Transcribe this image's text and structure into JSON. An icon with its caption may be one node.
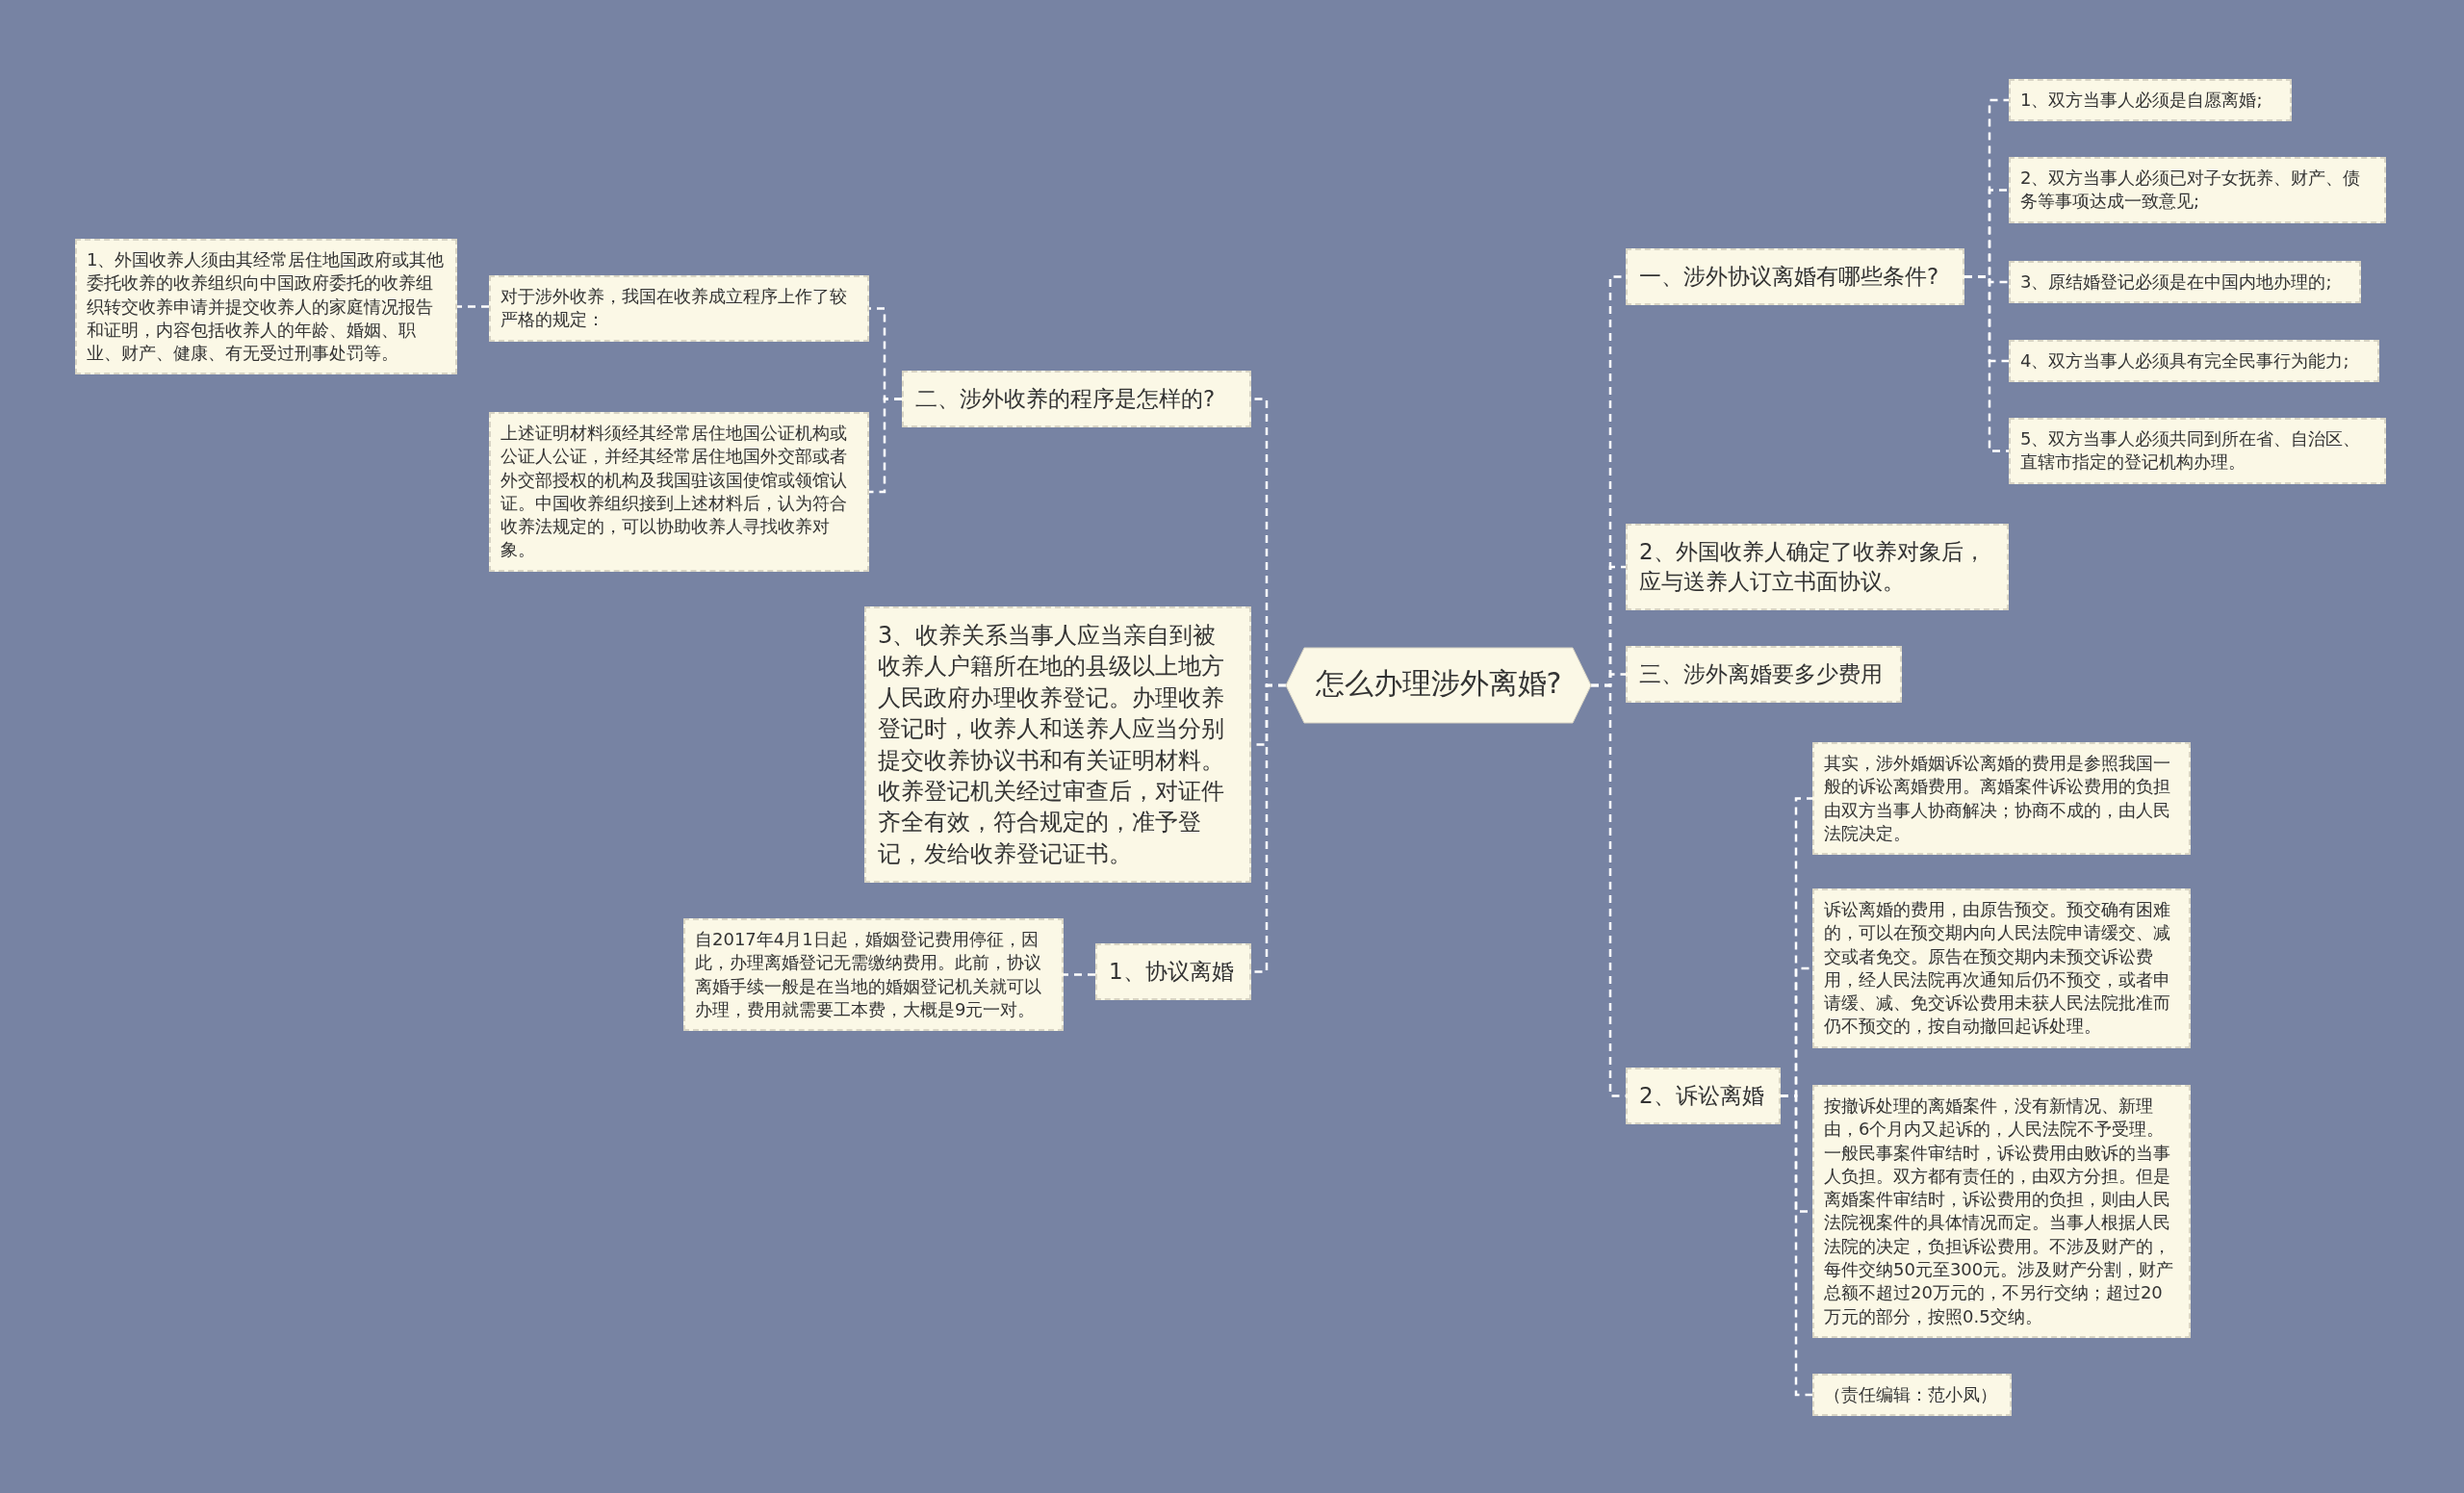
{
  "diagram": {
    "nodes": [
      {
        "text": [
          "怎么办理涉外离婚?"
        ]
      },
      {
        "text": [
          "一、涉外协议离婚有哪些条件?"
        ]
      },
      {
        "text": [
          "1、双方当事人必须是自愿离婚;"
        ]
      },
      {
        "text": [
          "2、双方当事人必须已对子女抚养、财产、债务等事项达成一致意见;"
        ]
      },
      {
        "text": [
          "3、原结婚登记必须是在中国内地办理的;"
        ]
      },
      {
        "text": [
          "4、双方当事人必须具有完全民事行为能力;"
        ]
      },
      {
        "text": [
          "5、双方当事人必须共同到所在省、自治区、直辖市指定的登记机构办理。"
        ]
      },
      {
        "text": [
          "2、外国收养人确定了收养对象后，应与送养人订立书面协议。"
        ]
      },
      {
        "text": [
          "三、涉外离婚要多少费用"
        ]
      },
      {
        "text": [
          "2、诉讼离婚"
        ]
      },
      {
        "text": [
          "其实，涉外婚姻诉讼离婚的费用是参照我国一般的诉讼离婚费用。离婚案件诉讼费用的负担由双方当事人协商解决；协商不成的，由人民法院决定。"
        ]
      },
      {
        "text": [
          "诉讼离婚的费用，由原告预交。预交确有困难的，可以在预交期内向人民法院申请缓交、减交或者免交。原告在预交期内未预交诉讼费用，经人民法院再次通知后仍不预交，或者申请缓、减、免交诉讼费用未获人民法院批准而仍不预交的，按自动撤回起诉处理。"
        ]
      },
      {
        "text": [
          "按撤诉处理的离婚案件，没有新情况、新理由，6个月内又起诉的，人民法院不予受理。一般民事案件审结时，诉讼费用由败诉的当事人负担。双方都有责任的，由双方分担。但是离婚案件审结时，诉讼费用的负担，则由人民法院视案件的具体情况而定。当事人根据人民法院的决定，负担诉讼费用。不涉及财产的，每件交纳50元至300元。涉及财产分割，财产总额不超过20万元的，不另行交纳；超过20万元的部分，按照0.5交纳。"
        ]
      },
      {
        "text": [
          "（责任编辑：范小凤）"
        ]
      },
      {
        "text": [
          "二、涉外收养的程序是怎样的?"
        ]
      },
      {
        "text": [
          "对于涉外收养，我国在收养成立程序上作了较严格的规定："
        ]
      },
      {
        "text": [
          "1、外国收养人须由其经常居住地国政府或其他委托收养的收养组织向中国政府委托的收养组织转交收养申请并提交收养人的家庭情况报告和证明，内容包括收养人的年龄、婚姻、职业、财产、健康、有无受过刑事处罚等。"
        ]
      },
      {
        "text": [
          "上述证明材料须经其经常居住地国公证机构或公证人公证，并经其经常居住地国外交部或者外交部授权的机构及我国驻该国使馆或领馆认证。中国收养组织接到上述材料后，认为符合收养法规定的，可以协助收养人寻找收养对象。"
        ]
      },
      {
        "text": [
          "3、收养关系当事人应当亲自到被收养人户籍所在地的县级以上地方人民政府办理收养登记。办理收养登记时，收养人和送养人应当分别提交收养协议书和有关证明材料。收养登记机关经过审查后，对证件齐全有效，符合规定的，准予登记，发给收养登记证书。"
        ]
      },
      {
        "text": [
          "1、协议离婚"
        ]
      },
      {
        "text": [
          "自2017年4月1日起，婚姻登记费用停征，因此，办理离婚登记无需缴纳费用。此前，协议离婚手续一般是在当地的婚姻登记机关就可以办理，费用就需要工本费，大概是9元一对。"
        ]
      }
    ],
    "edges": [
      {
        "from": 0,
        "to": 1,
        "arrow": "none"
      },
      {
        "from": 0,
        "to": 7,
        "arrow": "none"
      },
      {
        "from": 0,
        "to": 8,
        "arrow": "none"
      },
      {
        "from": 0,
        "to": 9,
        "arrow": "none"
      },
      {
        "from": 1,
        "to": 2,
        "arrow": "none"
      },
      {
        "from": 1,
        "to": 3,
        "arrow": "none"
      },
      {
        "from": 1,
        "to": 4,
        "arrow": "none"
      },
      {
        "from": 1,
        "to": 5,
        "arrow": "none"
      },
      {
        "from": 1,
        "to": 6,
        "arrow": "none"
      },
      {
        "from": 9,
        "to": 10,
        "arrow": "none"
      },
      {
        "from": 9,
        "to": 11,
        "arrow": "none"
      },
      {
        "from": 9,
        "to": 12,
        "arrow": "none"
      },
      {
        "from": 9,
        "to": 13,
        "arrow": "none"
      },
      {
        "from": 0,
        "to": 14,
        "arrow": "none"
      },
      {
        "from": 0,
        "to": 18,
        "arrow": "none"
      },
      {
        "from": 0,
        "to": 19,
        "arrow": "none"
      },
      {
        "from": 14,
        "to": 15,
        "arrow": "none"
      },
      {
        "from": 14,
        "to": 17,
        "arrow": "none"
      },
      {
        "from": 15,
        "to": 16,
        "arrow": "none"
      },
      {
        "from": 19,
        "to": 20,
        "arrow": "none"
      }
    ]
  }
}
